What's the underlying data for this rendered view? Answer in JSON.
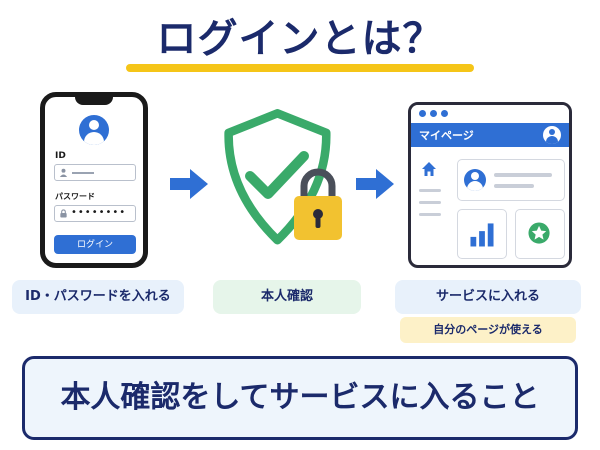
{
  "title": "ログインとは？",
  "phone": {
    "id_label": "ID",
    "password_label": "パスワード",
    "password_dots": "••••••••",
    "login_button": "ログイン"
  },
  "browser": {
    "page_title": "マイページ"
  },
  "steps": [
    {
      "label": "ID・パスワードを入れる"
    },
    {
      "label": "本人確認"
    },
    {
      "label": "サービスに入れる",
      "note": "自分のページが使える"
    }
  ],
  "summary": "本人確認をしてサービスに入ること",
  "colors": {
    "navy": "#1b2a6b",
    "blue": "#2f6fd4",
    "green": "#3aaa6a",
    "yellow": "#f5c518",
    "lock": "#f2c230"
  },
  "icons": [
    "user-icon",
    "lock-icon",
    "arrow-right-icon",
    "shield-check-icon",
    "padlock-icon",
    "home-icon",
    "bar-chart-icon",
    "star-icon"
  ]
}
